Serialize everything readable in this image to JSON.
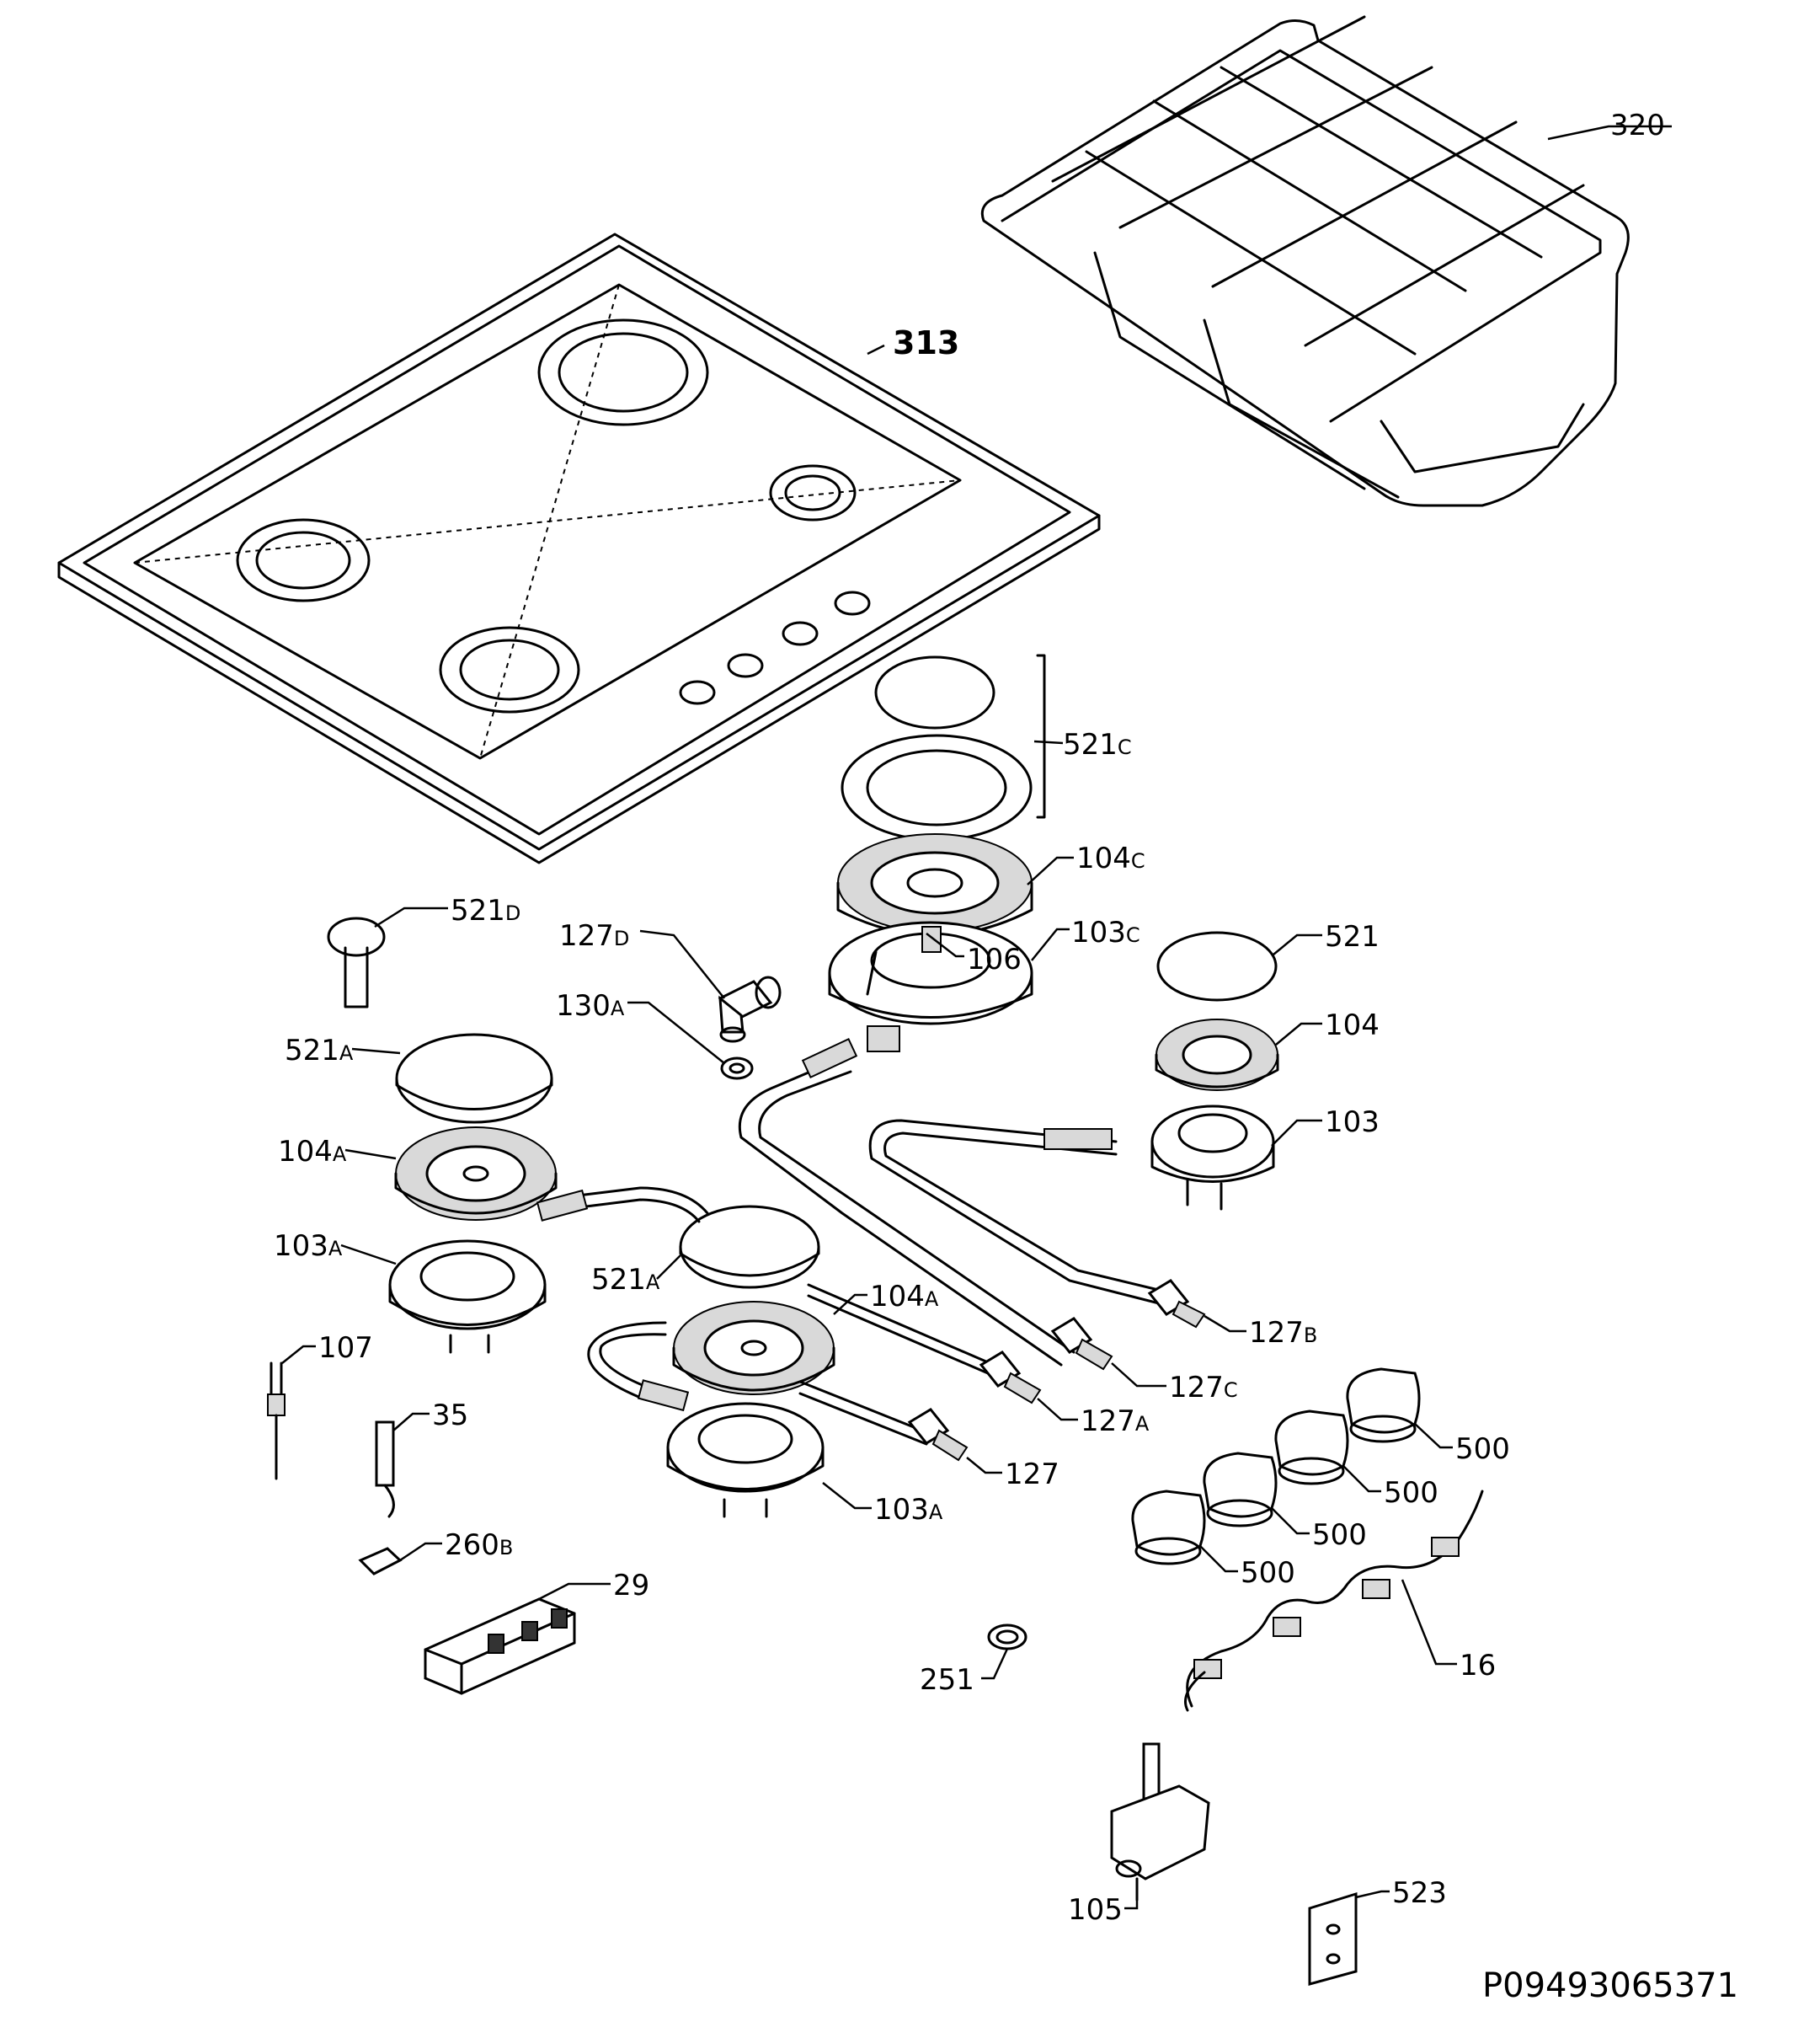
{
  "labels": {
    "l313": "313",
    "l320": "320",
    "l521c_main": "521",
    "l521c_sub": "C",
    "l104c_main": "104",
    "l104c_sub": "C",
    "l103c_main": "103",
    "l103c_sub": "C",
    "l106": "106",
    "l521d_main": "521",
    "l521d_sub": "D",
    "l127d_main": "127",
    "l127d_sub": "D",
    "l130a_main": "130",
    "l130a_sub": "A",
    "l521": "521",
    "l104": "104",
    "l103": "103",
    "l521a1_main": "521",
    "l521a1_sub": "A",
    "l104a1_main": "104",
    "l104a1_sub": "A",
    "l103a1_main": "103",
    "l103a1_sub": "A",
    "l521a2_main": "521",
    "l521a2_sub": "A",
    "l104a2_main": "104",
    "l104a2_sub": "A",
    "l127b_main": "127",
    "l127b_sub": "B",
    "l127c_main": "127",
    "l127c_sub": "C",
    "l127a_main": "127",
    "l127a_sub": "A",
    "l127": "127",
    "l103a2_main": "103",
    "l103a2_sub": "A",
    "l107": "107",
    "l35": "35",
    "l260b_main": "260",
    "l260b_sub": "B",
    "l29": "29",
    "l251": "251",
    "l500a": "500",
    "l500b": "500",
    "l500c": "500",
    "l500d": "500",
    "l16": "16",
    "l105": "105",
    "l523": "523"
  },
  "reference": "P09493065371"
}
